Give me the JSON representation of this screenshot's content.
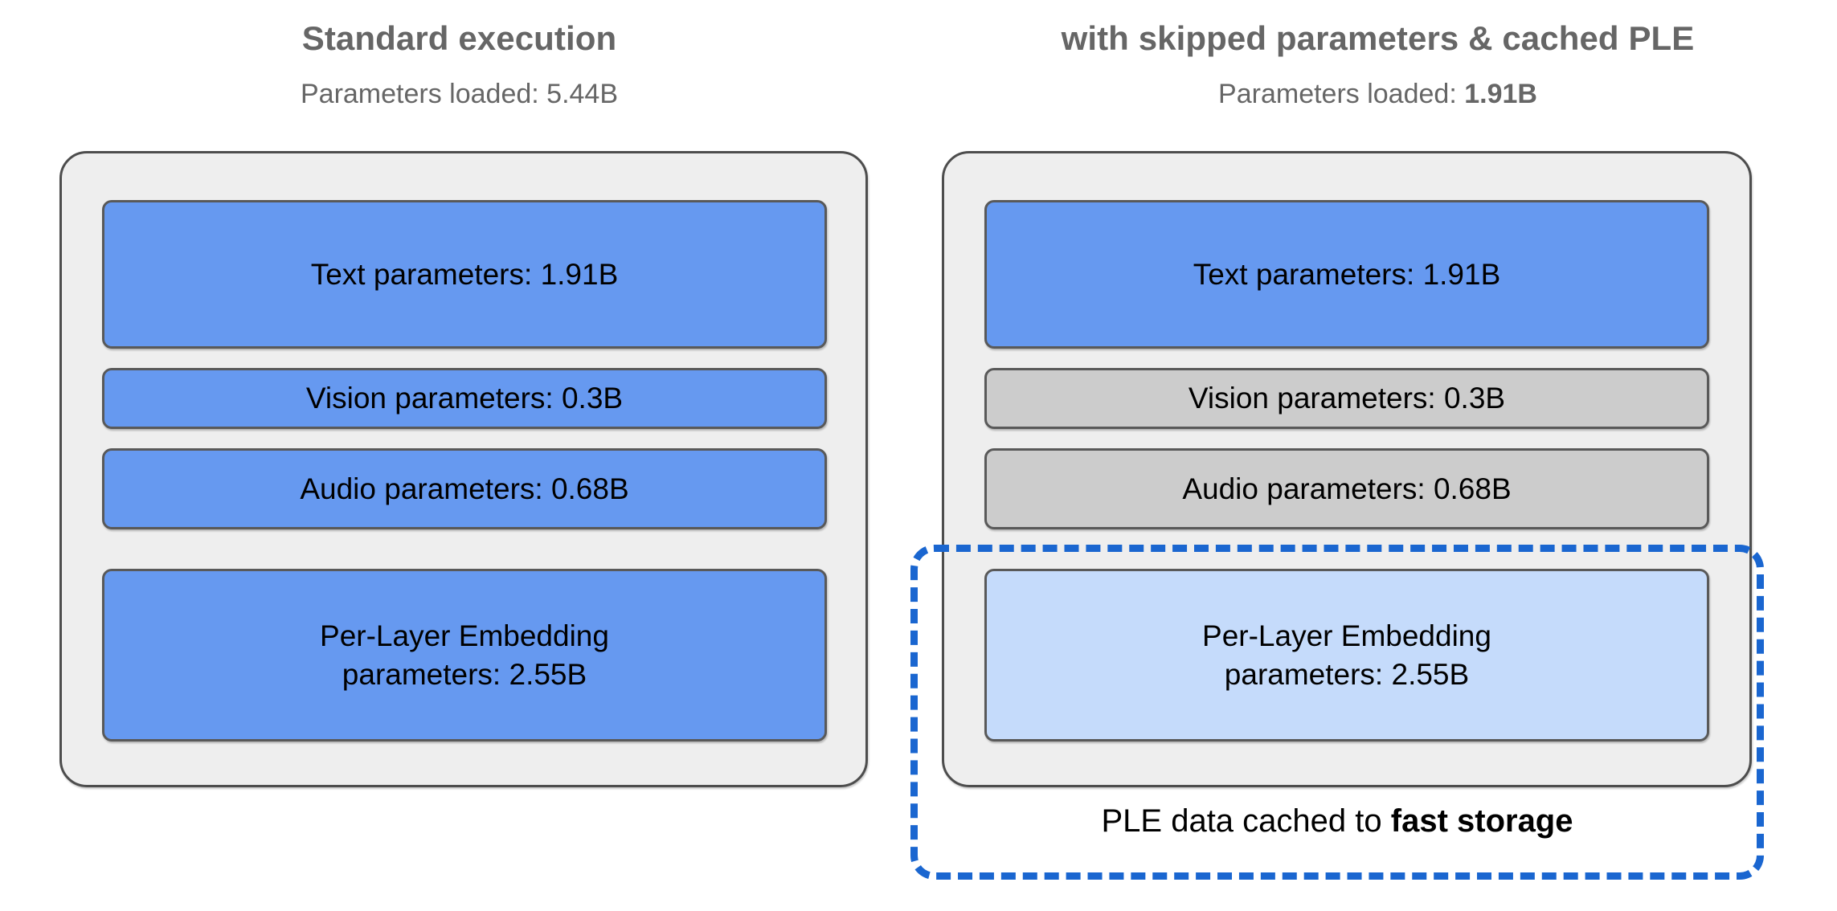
{
  "diagram": {
    "title_left": "Standard execution",
    "title_right": "with skipped parameters & cached PLE",
    "colors": {
      "active_blue": "#6699f0",
      "skipped_gray": "#cccccc",
      "cached_pale_blue": "#c5dbfb",
      "cache_outline_blue": "#1a66d0",
      "device_background": "#eeeeee",
      "block_border": "#595959",
      "heading_text": "#666666"
    }
  },
  "panels": [
    {
      "id": "standard-execution",
      "title": "Standard execution",
      "subtitle_prefix": "Parameters loaded: ",
      "subtitle_value": "5.44B",
      "subtitle_value_bold": false,
      "subtitle_full": "Parameters loaded: 5.44B",
      "blocks": [
        {
          "name": "text",
          "label": "Text parameters: 1.91B",
          "state": "loaded",
          "style": "blue"
        },
        {
          "name": "vision",
          "label": "Vision parameters: 0.3B",
          "state": "loaded",
          "style": "blue"
        },
        {
          "name": "audio",
          "label": "Audio parameters: 0.68B",
          "state": "loaded",
          "style": "blue"
        },
        {
          "name": "ple",
          "label": "Per-Layer Embedding\nparameters: 2.55B",
          "label_line1": "Per-Layer Embedding",
          "label_line2": "parameters: 2.55B",
          "state": "loaded",
          "style": "blue"
        }
      ],
      "has_cache_zone": false
    },
    {
      "id": "skipped-and-cached",
      "title": "with skipped parameters & cached PLE",
      "subtitle_prefix": "Parameters loaded: ",
      "subtitle_value": "1.91B",
      "subtitle_value_bold": true,
      "subtitle_full": "Parameters loaded: 1.91B",
      "blocks": [
        {
          "name": "text",
          "label": "Text parameters: 1.91B",
          "state": "loaded",
          "style": "blue"
        },
        {
          "name": "vision",
          "label": "Vision parameters: 0.3B",
          "state": "skipped",
          "style": "gray"
        },
        {
          "name": "audio",
          "label": "Audio parameters: 0.68B",
          "state": "skipped",
          "style": "gray"
        },
        {
          "name": "ple",
          "label": "Per-Layer Embedding\nparameters: 2.55B",
          "label_line1": "Per-Layer Embedding",
          "label_line2": "parameters: 2.55B",
          "state": "cached",
          "style": "pale"
        }
      ],
      "has_cache_zone": true,
      "cache_caption_prefix": "PLE data cached to ",
      "cache_caption_emphasis": "fast storage",
      "cache_caption_full": "PLE data cached to fast storage"
    }
  ]
}
